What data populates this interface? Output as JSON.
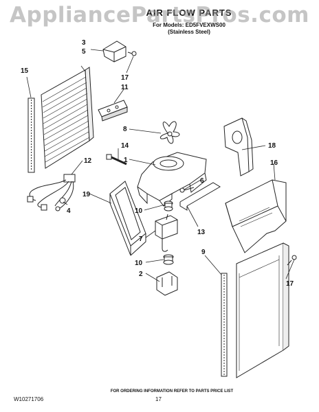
{
  "watermark": "AppliancePartsPros.com",
  "header": {
    "title": "AIR FLOW PARTS",
    "model_line": "For Models: ED5FVEXWS00",
    "finish": "(Stainless Steel)"
  },
  "callouts": [
    "3",
    "5",
    "15",
    "17",
    "11",
    "8",
    "14",
    "1",
    "12",
    "18",
    "16",
    "6",
    "19",
    "10",
    "4",
    "13",
    "7",
    "9",
    "10",
    "2",
    "17"
  ],
  "footer": {
    "ordering_note": "FOR ORDERING INFORMATION REFER TO PARTS PRICE LIST",
    "doc_number": "W10271706",
    "page": "17"
  }
}
